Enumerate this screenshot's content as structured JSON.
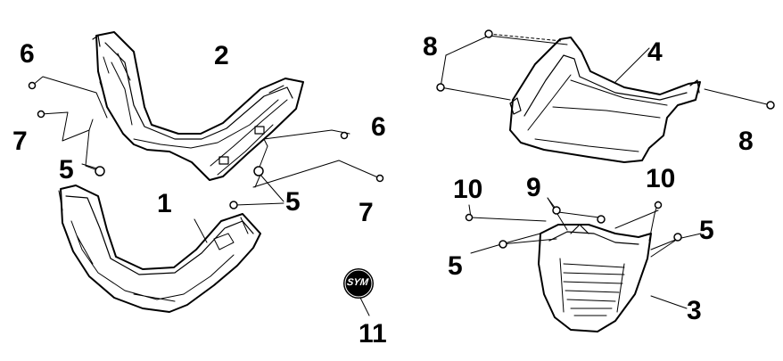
{
  "callouts": {
    "c1": "1",
    "c2": "2",
    "c3": "3",
    "c4": "4",
    "c5a": "5",
    "c5b": "5",
    "c5c": "5",
    "c5d": "5",
    "c6a": "6",
    "c6b": "6",
    "c7a": "7",
    "c7b": "7",
    "c8a": "8",
    "c8b": "8",
    "c9": "9",
    "c10a": "10",
    "c10b": "10",
    "c11": "11"
  },
  "logo": {
    "text": "SYM"
  },
  "colors": {
    "line": "#000000",
    "part_fill": "#ffffff",
    "logo": "#000000"
  }
}
